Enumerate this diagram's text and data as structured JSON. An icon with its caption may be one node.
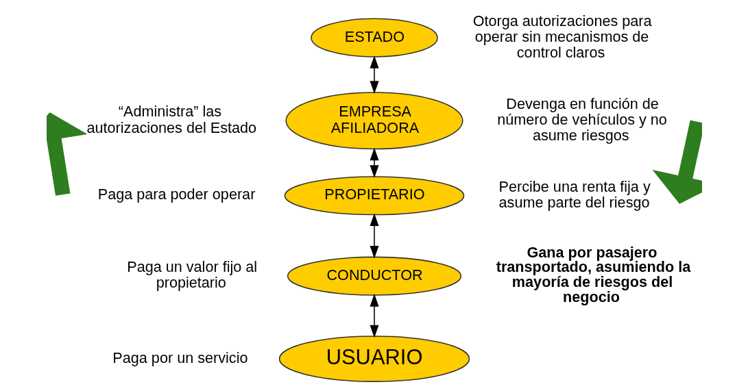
{
  "diagram": {
    "nodes": [
      {
        "text": [
          "ESTADO"
        ],
        "beside": [
          "Otorga autorizaciones para operar sin mecanismos de control claros"
        ]
      },
      {
        "text": [
          "EMPRESA AFILIADORA"
        ],
        "beside": [
          "“Administra” las autorizaciones del Estado",
          "Devenga en función de número de vehículos y no asume riesgos"
        ]
      },
      {
        "text": [
          "PROPIETARIO"
        ],
        "beside": [
          "Paga para poder operar",
          "Percibe una renta fija y asume parte del riesgo"
        ]
      },
      {
        "text": [
          "CONDUCTOR"
        ],
        "beside": [
          "Paga un valor fijo al propietario",
          "Gana por pasajero transportado, asumiendo la mayoría de riesgos del negocio"
        ]
      },
      {
        "text": [
          "USUARIO"
        ],
        "beside": [
          "Paga por un servicio"
        ]
      }
    ],
    "edges": [
      {
        "from": 0,
        "to": 1,
        "arrow": "both"
      },
      {
        "from": 1,
        "to": 2,
        "arrow": "both"
      },
      {
        "from": 2,
        "to": 3,
        "arrow": "both"
      },
      {
        "from": 3,
        "to": 4,
        "arrow": "both"
      }
    ]
  }
}
